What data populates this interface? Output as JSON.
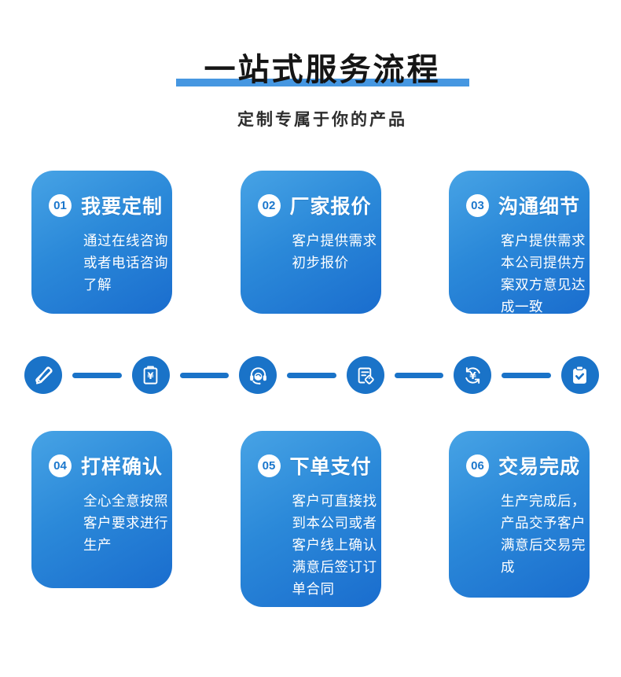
{
  "header": {
    "title": "一站式服务流程",
    "subtitle": "定制专属于你的产品"
  },
  "steps": [
    {
      "number": "01",
      "title": "我要定制",
      "description": "通过在线咨询或者电话咨询了解"
    },
    {
      "number": "02",
      "title": "厂家报价",
      "description": "客户提供需求初步报价"
    },
    {
      "number": "03",
      "title": "沟通细节",
      "description": "客户提供需求本公司提供方案双方意见达成一致"
    },
    {
      "number": "04",
      "title": "打样确认",
      "description": "全心全意按照客户要求进行生产"
    },
    {
      "number": "05",
      "title": "下单支付",
      "description": "客户可直接找到本公司或者客户线上确认满意后签订订单合同"
    },
    {
      "number": "06",
      "title": "交易完成",
      "description": "生产完成后，产品交予客户满意后交易完成"
    }
  ],
  "flow_icons": [
    "pen-ruler-icon",
    "quote-clipboard-yen-icon",
    "customer-service-headset-icon",
    "order-document-tag-icon",
    "payment-yen-refresh-icon",
    "completed-clipboard-check-icon"
  ],
  "colors": {
    "accent_blue": "#1a73c8",
    "card_gradient_top": "#47a3e5",
    "card_gradient_bottom": "#1a6dce",
    "title_underline": "#4697e1",
    "badge_number": "#1b77cc",
    "title_text": "#151515"
  }
}
